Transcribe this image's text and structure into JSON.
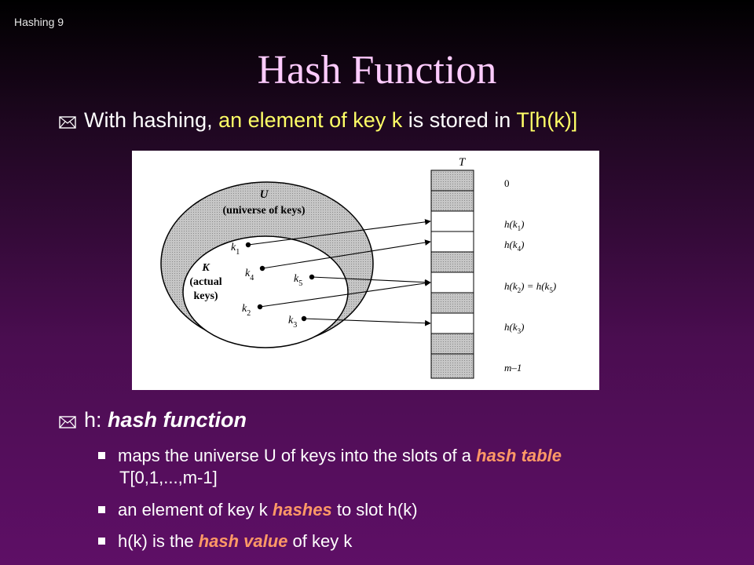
{
  "slide": {
    "corner_label": "Hashing 9",
    "title": "Hash Function"
  },
  "bullet1": {
    "prefix": "With hashing, ",
    "highlight1": "an element of key k",
    "middle": " is stored in ",
    "highlight2": "T[h(k)]"
  },
  "bullet2": {
    "prefix": "h: ",
    "term": "hash function"
  },
  "subitems": [
    {
      "text1": "maps the universe U of keys into the slots of a ",
      "em": "hash table",
      "line2": "T[0,1,...,m-1]"
    },
    {
      "text1": "an element of key k ",
      "em": "hashes",
      "text2": " to slot h(k)"
    },
    {
      "text1": "h(k) is the ",
      "em": "hash value",
      "text2": " of key k"
    }
  ],
  "diagram": {
    "universe_symbol": "U",
    "universe_caption": "(universe of keys)",
    "keys_symbol": "K",
    "keys_caption_line1": "(actual",
    "keys_caption_line2": "keys)",
    "table_symbol": "T",
    "keys": [
      {
        "base": "k",
        "sub": "1"
      },
      {
        "base": "k",
        "sub": "4"
      },
      {
        "base": "k",
        "sub": "5"
      },
      {
        "base": "k",
        "sub": "2"
      },
      {
        "base": "k",
        "sub": "3"
      }
    ],
    "slot_labels": {
      "zero": "0",
      "hk1": {
        "pre": "h(k",
        "sub": "1",
        "post": ")"
      },
      "hk4": {
        "pre": "h(k",
        "sub": "4",
        "post": ")"
      },
      "hk2": {
        "pre": "h(k",
        "sub": "2",
        "mid": ") = h(k",
        "sub2": "5",
        "post": ")"
      },
      "hk3": {
        "pre": "h(k",
        "sub": "3",
        "post": ")"
      },
      "last": "m–1"
    }
  }
}
